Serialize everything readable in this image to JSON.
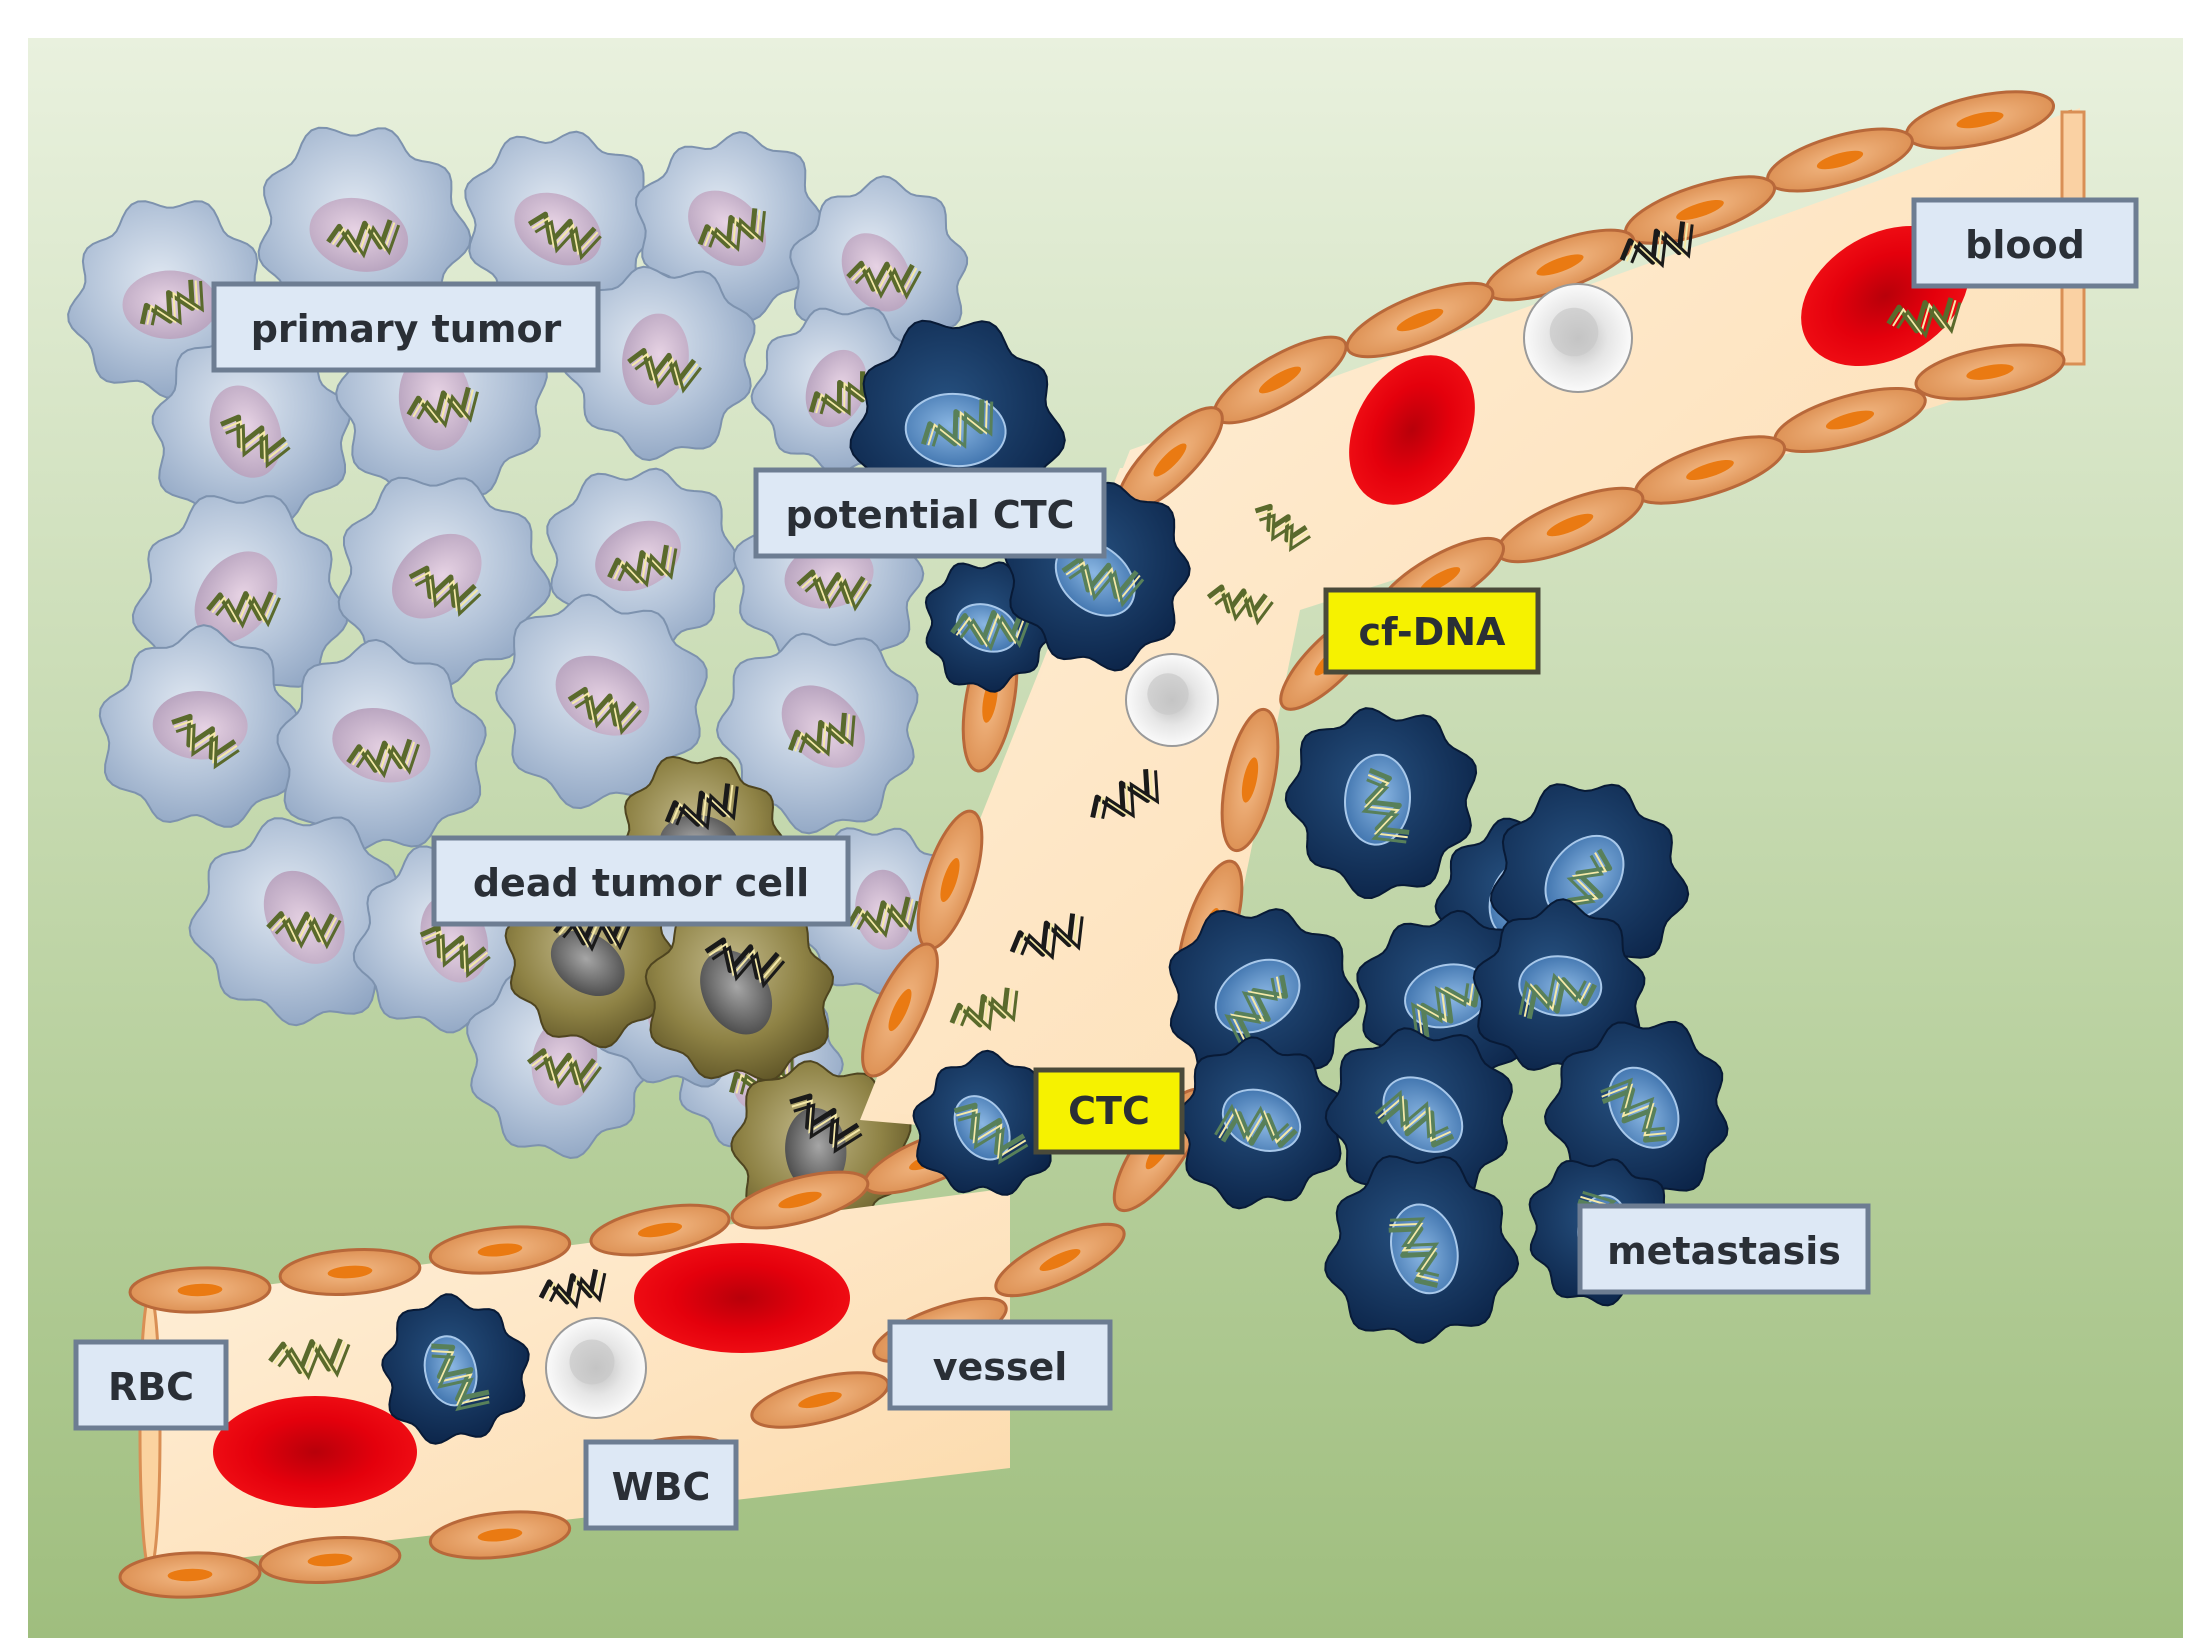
{
  "labels": {
    "primary_tumor": "primary tumor",
    "potential_ctc": "potential  CTC",
    "cf_dna": "cf-DNA",
    "dead_tumor_cell": "dead  tumor cell",
    "ctc": "CTC",
    "metastasis": "metastasis",
    "blood": "blood",
    "vessel": "vessel",
    "rbc": "RBC",
    "wbc": "WBC"
  },
  "colors": {
    "background_top": "#e9f1de",
    "background_bottom": "#9fbe7e",
    "label_box": "#dde8f5",
    "label_box_highlight": "#f6f200",
    "tumor_cell": "#a6b9d2",
    "tumor_nucleus": "#c4b1c8",
    "ctc_cell": "#0f2c57",
    "ctc_nucleus": "#5b8fc6",
    "dead_cell": "#8d7f3e",
    "rbc": "#e4000c",
    "wbc": "#eeeeee",
    "vessel_lumen": "#fde4bd",
    "endothelial_cell": "#eeaa6f",
    "endothelial_nucleus": "#ea7a12",
    "dna": "#5a6a2c",
    "dna_dark": "#1a1a1a"
  }
}
